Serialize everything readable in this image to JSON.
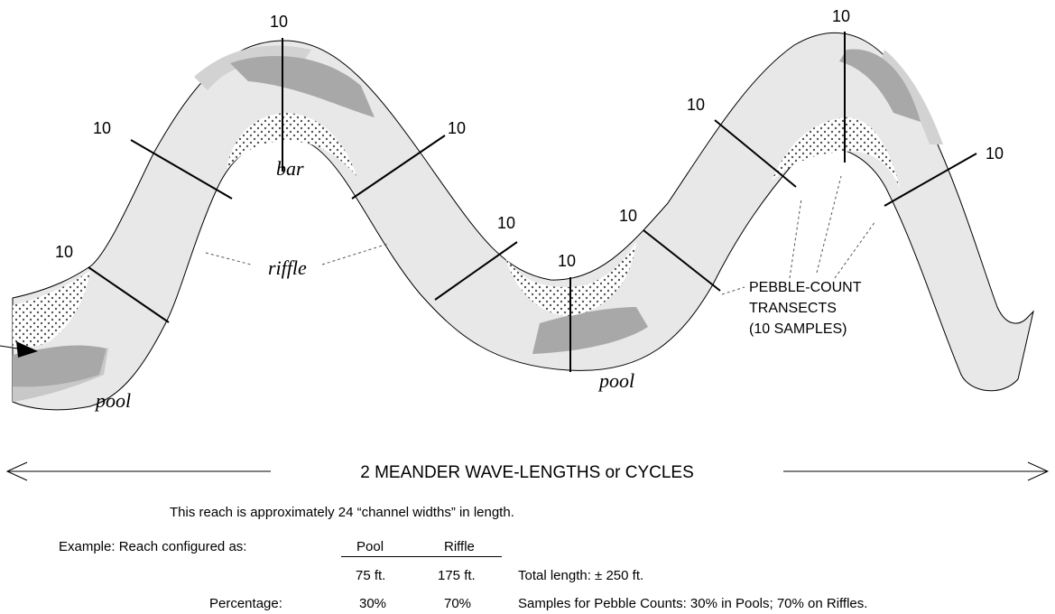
{
  "diagram": {
    "transect_count_label": "10",
    "labels": {
      "bar": "bar",
      "riffle": "riffle",
      "pool_left": "pool",
      "pool_right": "pool",
      "transects_line1": "PEBBLE-COUNT",
      "transects_line2": "TRANSECTS",
      "transects_line3": "(10 SAMPLES)"
    },
    "meander_caption": "2 MEANDER WAVE-LENGTHS or CYCLES",
    "colors": {
      "channel_fill": "#e8e8e8",
      "channel_shadow": "#c8c8c8",
      "pool_shade": "#a8a8a8",
      "gravel": "#555555",
      "line": "#000000"
    }
  },
  "footer": {
    "reach_note": "This reach is approximately 24 “channel widths” in length.",
    "example_label": "Example:  Reach configured as:",
    "col_pool": "Pool",
    "col_riffle": "Riffle",
    "pool_length": "75 ft.",
    "riffle_length": "175 ft.",
    "total_length": "Total length: ± 250 ft.",
    "percentage_label": "Percentage:",
    "pool_pct": "30%",
    "riffle_pct": "70%",
    "samples_note": "Samples for Pebble Counts:  30% in Pools; 70% on Riffles."
  }
}
